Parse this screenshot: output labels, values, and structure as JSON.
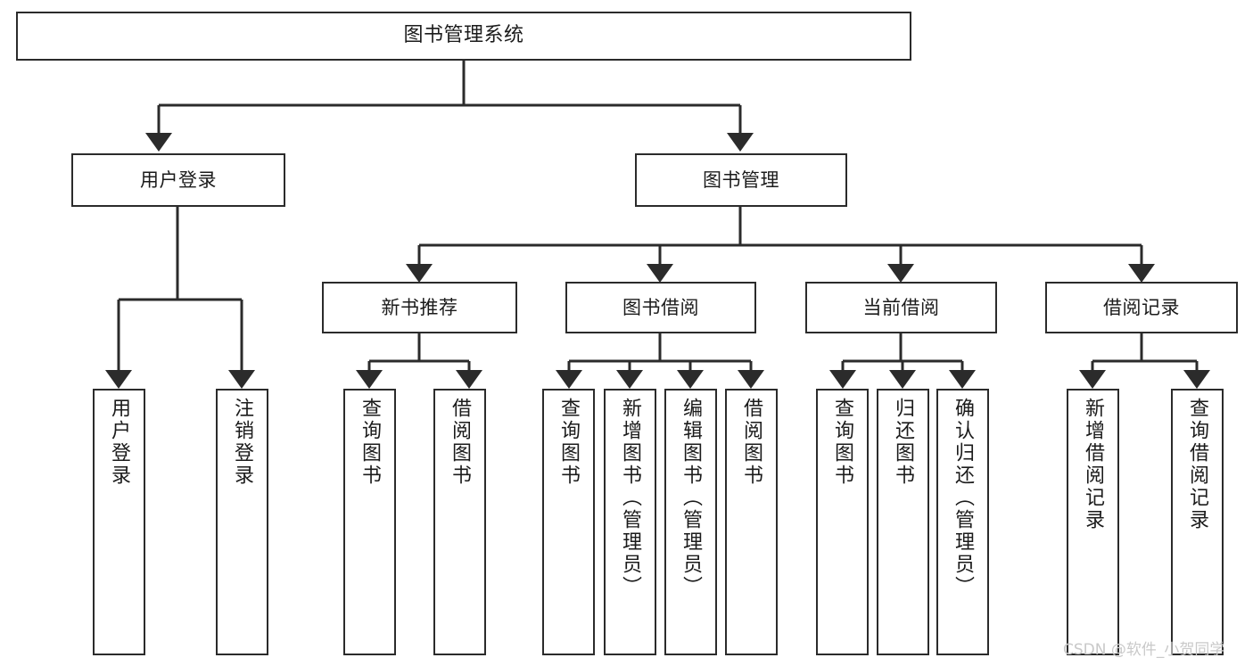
{
  "diagram": {
    "type": "tree",
    "title": "图书管理系统",
    "orientation": "top-down",
    "colors": {
      "node_border": "#2b2b2b",
      "node_fill": "#ffffff",
      "connector": "#2b2b2b",
      "background": "#ffffff",
      "watermark": "#c9c9c9"
    }
  },
  "nodes": {
    "root": {
      "label": "图书管理系统",
      "level": 1
    },
    "level2": [
      {
        "id": "user-login",
        "label": "用户登录"
      },
      {
        "id": "book-management",
        "label": "图书管理"
      }
    ],
    "level3": [
      {
        "id": "new-book-recommend",
        "label": "新书推荐"
      },
      {
        "id": "book-borrow",
        "label": "图书借阅"
      },
      {
        "id": "current-borrow",
        "label": "当前借阅"
      },
      {
        "id": "borrow-record",
        "label": "借阅记录"
      }
    ],
    "leaves": {
      "user-login": [
        {
          "id": "leaf-user-login",
          "label": "用户登录"
        },
        {
          "id": "leaf-logout",
          "label": "注销登录"
        }
      ],
      "new-book-recommend": [
        {
          "id": "leaf-query-book-1",
          "label": "查询图书"
        },
        {
          "id": "leaf-borrow-book-1",
          "label": "借阅图书"
        }
      ],
      "book-borrow": [
        {
          "id": "leaf-query-book-2",
          "label": "查询图书"
        },
        {
          "id": "leaf-add-book",
          "label": "新增图书（管理员）"
        },
        {
          "id": "leaf-edit-book",
          "label": "编辑图书（管理员）"
        },
        {
          "id": "leaf-borrow-book-2",
          "label": "借阅图书"
        }
      ],
      "current-borrow": [
        {
          "id": "leaf-query-book-3",
          "label": "查询图书"
        },
        {
          "id": "leaf-return-book",
          "label": "归还图书"
        },
        {
          "id": "leaf-confirm-return",
          "label": "确认归还（管理员）"
        }
      ],
      "borrow-record": [
        {
          "id": "leaf-add-record",
          "label": "新增借阅记录"
        },
        {
          "id": "leaf-query-record",
          "label": "查询借阅记录"
        }
      ]
    }
  },
  "watermark": {
    "text": "CSDN @软件_小贺同学"
  }
}
